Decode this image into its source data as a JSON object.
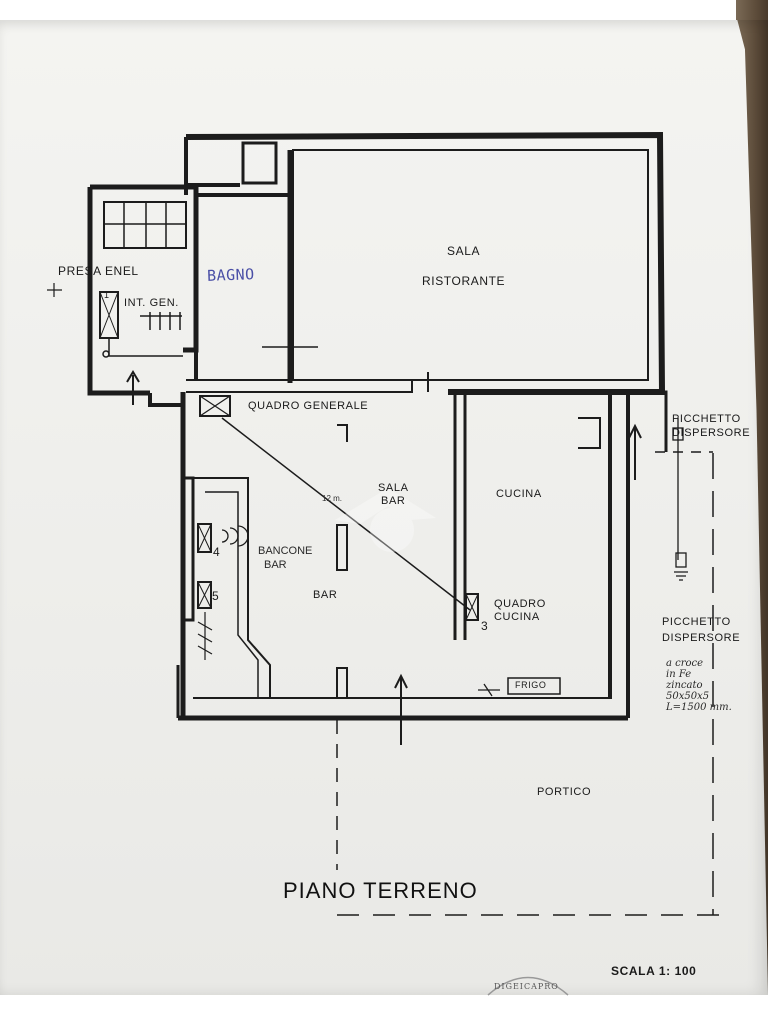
{
  "title": "PIANO TERRENO",
  "scale": "SCALA 1: 100",
  "rooms": {
    "sala_ristorante": [
      "SALA",
      "RISTORANTE"
    ],
    "bagno": "BAGNO",
    "presa_enel": "PRESA ENEL",
    "int_gen": "INT. GEN.",
    "quadro_generale": "QUADRO GENERALE",
    "sala_bar": [
      "SALA",
      "BAR"
    ],
    "cucina": "CUCINA",
    "bancone_bar": [
      "BANCONE",
      "BAR"
    ],
    "bar": "BAR",
    "quadro_cucina": [
      "QUADRO",
      "CUCINA"
    ],
    "frigo": "FRIGO",
    "portico": "PORTICO"
  },
  "earthing": {
    "top_label": [
      "PICCHETTO",
      "DISPERSORE"
    ],
    "bottom_label": [
      "PICCHETTO",
      "DISPERSORE"
    ],
    "note": [
      "a croce",
      "in Fe",
      "zincato",
      "50x50x5",
      "L=1500 mm."
    ]
  },
  "markers": {
    "n1": "1",
    "n3": "3",
    "n4": "4",
    "n5": "5",
    "distance": "12 m."
  },
  "stamp": "DIGEICAPRO",
  "colors": {
    "ink": "#1a1a1a",
    "handwriting": "#4a4fa6",
    "paper": "#f2f2ef"
  }
}
